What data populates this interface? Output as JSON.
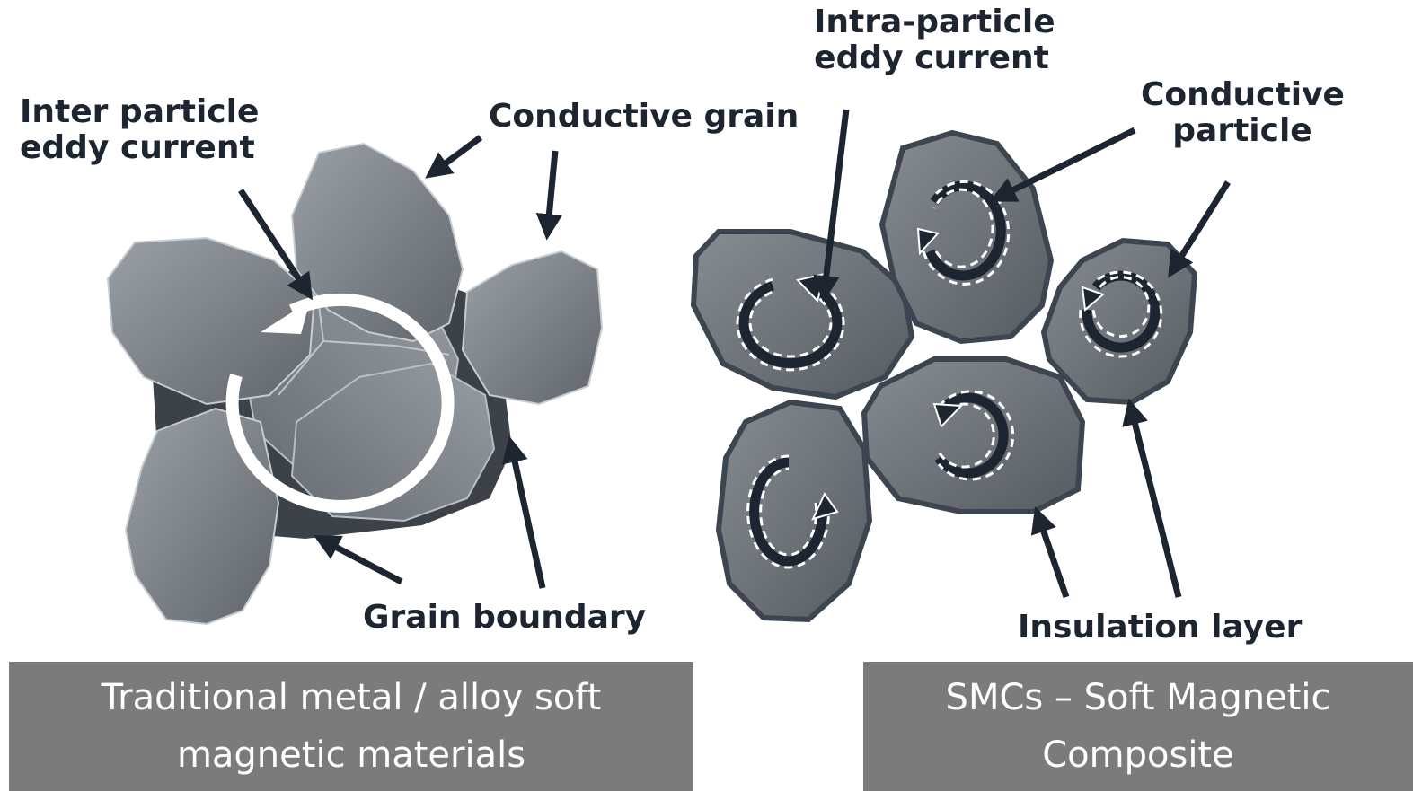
{
  "labels": {
    "inter_particle_1": "Inter particle",
    "inter_particle_2": "eddy current",
    "conductive_grain": "Conductive grain",
    "grain_boundary": "Grain boundary",
    "intra_particle_1": "Intra-particle",
    "intra_particle_2": "eddy current",
    "conductive_particle_1": "Conductive",
    "conductive_particle_2": "particle",
    "insulation_layer": "Insulation layer"
  },
  "panels": {
    "left_line1": "Traditional metal / alloy soft",
    "left_line2": "magnetic materials",
    "right_line1": "SMCs – Soft Magnetic",
    "right_line2": "Composite"
  },
  "colors": {
    "grain_fill": "#8a9095",
    "particle_fill": "#7b8186",
    "insulation": "#3d4650",
    "arrow": "#1c2530",
    "panel": "#7b7b7b"
  }
}
